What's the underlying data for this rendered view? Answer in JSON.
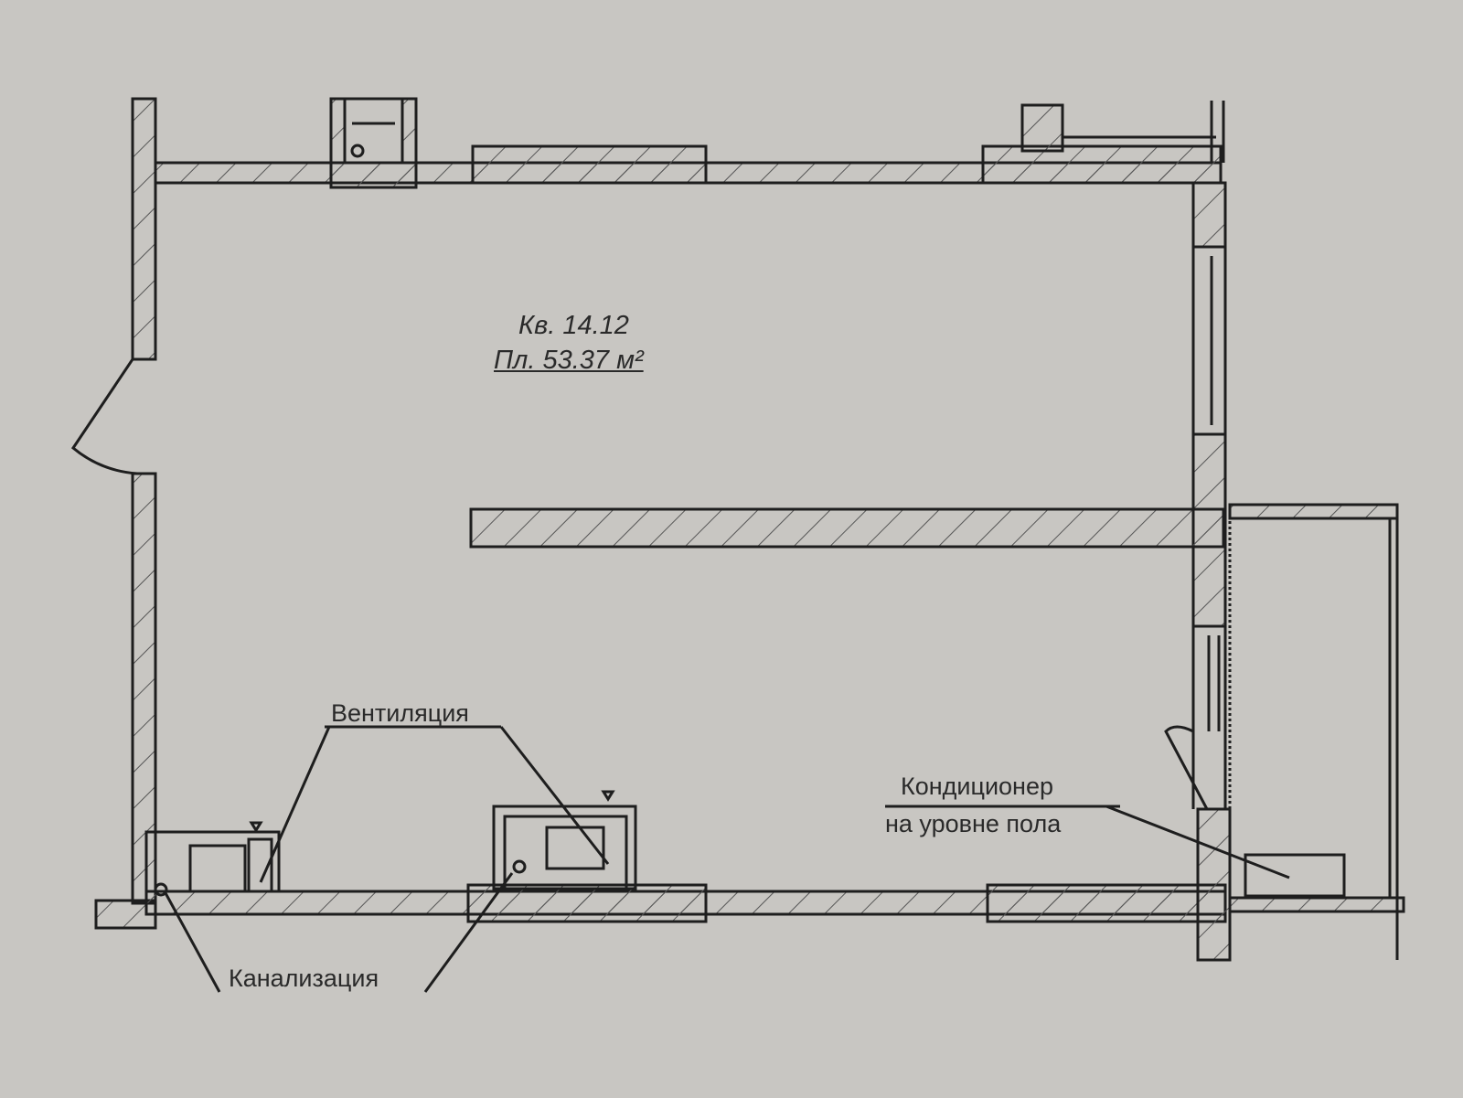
{
  "plan": {
    "unit_label": "Кв. 14.12",
    "area_label": "Пл. 53.37 м²",
    "annotations": {
      "ventilation": "Вентиляция",
      "sewerage": "Канализация",
      "ac_line1": "Кондиционер",
      "ac_line2": "на уровне пола"
    }
  },
  "colors": {
    "paper": "#c8c6c2",
    "ink": "#1e1e1e"
  }
}
